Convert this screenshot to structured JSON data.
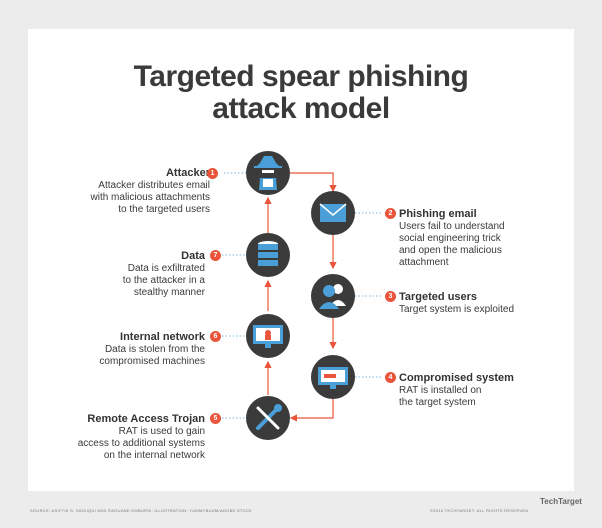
{
  "title_line1": "Targeted spear phishing",
  "title_line2": "attack model",
  "steps": [
    {
      "number": "1",
      "title": "Attacker",
      "desc": "Attacker distributes email\nwith malicious attachments\nto the targeted users",
      "icon": "hacker-icon"
    },
    {
      "number": "2",
      "title": "Phishing email",
      "desc": "Users fail to understand\nsocial engineering trick\nand open the malicious\nattachment",
      "icon": "envelope-icon"
    },
    {
      "number": "3",
      "title": "Targeted users",
      "desc": "Target system is exploited",
      "icon": "users-icon"
    },
    {
      "number": "4",
      "title": "Compromised system",
      "desc": "RAT is installed on\nthe target system",
      "icon": "monitor-icon"
    },
    {
      "number": "5",
      "title": "Remote Access Trojan",
      "desc": "RAT is used to gain\naccess to additional systems\non the internal network",
      "icon": "tools-icon"
    },
    {
      "number": "6",
      "title": "Internal network",
      "desc": "Data is stolen from the\ncompromised machines",
      "icon": "infected-monitor-icon"
    },
    {
      "number": "7",
      "title": "Data",
      "desc": "Data is exfiltrated\nto the attacker in a\nstealthy manner",
      "icon": "database-icon"
    }
  ],
  "footer_left": "SOURCE: ASIFTIK S. SIDDIQUI AND RAOUANE EMBURSI; ILLUSTRATION: YUMMYBUUM/ADOBE STOCK",
  "footer_right": "©2016 TECHTARGET. ALL RIGHTS RESERVED",
  "logo_text": "TechTarget",
  "colors": {
    "node": "#3b3b3b",
    "accent": "#e8553a",
    "icon_blue": "#4a9fd8",
    "dotted": "#7fb6dc"
  }
}
